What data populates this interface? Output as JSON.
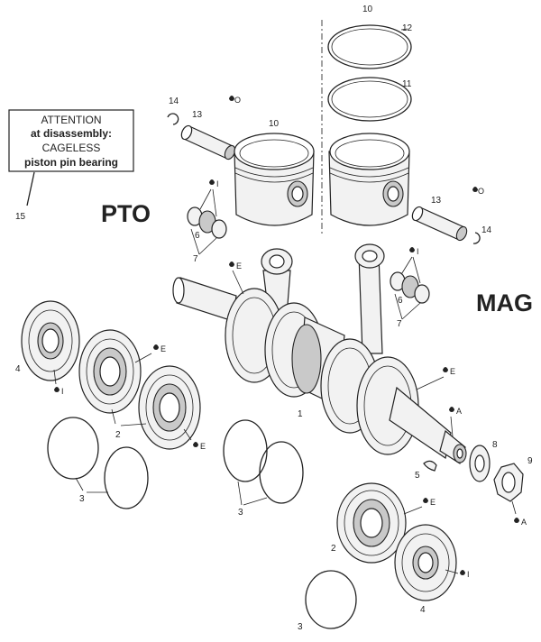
{
  "labels": {
    "pto": "PTO",
    "mag": "MAG"
  },
  "attention": {
    "line1": "ATTENTION",
    "line2": "at disassembly:",
    "line3": "CAGELESS",
    "line4": "piston pin bearing"
  },
  "callouts": {
    "c15": "15",
    "c10_top": "10",
    "c12": "12",
    "c11": "11",
    "c14_left": "14",
    "c13_left": "13",
    "c10_piston": "10",
    "c6_left": "6",
    "c7_left": "7",
    "c13_right": "13",
    "c14_right": "14",
    "c6_right": "6",
    "c7_right": "7",
    "c4_left": "4",
    "c2_left": "2",
    "c3_left": "3",
    "c1": "1",
    "c3_mid": "3",
    "c5": "5",
    "c8": "8",
    "c9": "9",
    "c2_right": "2",
    "c4_right": "4",
    "c3_bottom": "3"
  },
  "lubricants": {
    "o_left": "O",
    "o_right": "O",
    "i_6_left": "I",
    "i_6_right": "I",
    "e_rod_left": "E",
    "e_bearing_top": "E",
    "e_bearing_mid": "E",
    "i_seal_left": "I",
    "e_crank_right": "E",
    "a_crank_right": "A",
    "e_bearing_bottom": "E",
    "i_seal_bottom": "I",
    "a_nut": "A"
  }
}
